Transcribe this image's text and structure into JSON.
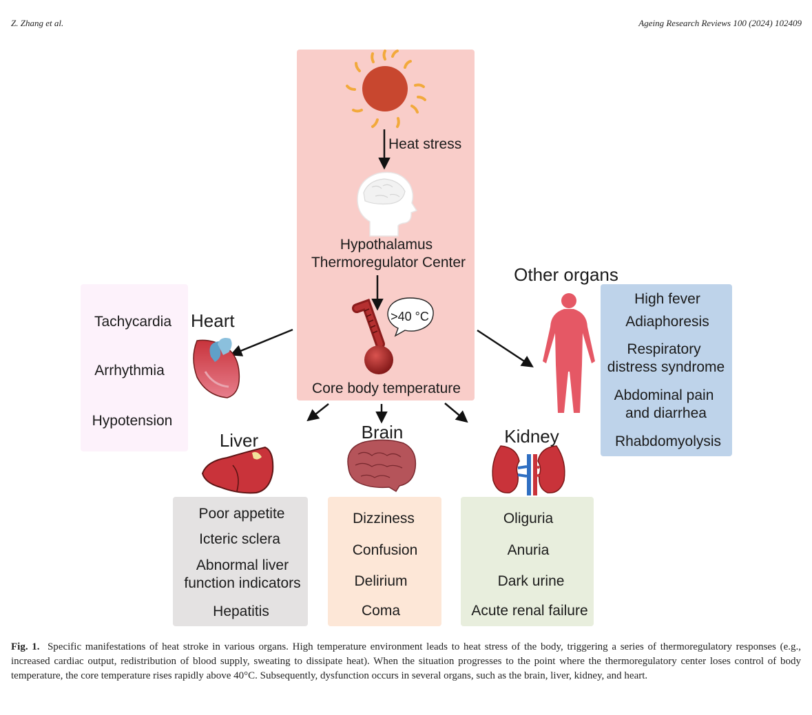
{
  "header": {
    "authors": "Z. Zhang et al.",
    "journal": "Ageing Research Reviews 100 (2024) 102409"
  },
  "figure": {
    "center": {
      "heat_stress_label": "Heat stress",
      "hypothalamus_line1": "Hypothalamus",
      "hypothalamus_line2": "Thermoregulator Center",
      "temperature_bubble": ">40 °C",
      "core_temp_label": "Core body temperature"
    },
    "heart": {
      "title": "Heart",
      "symptoms": [
        "Tachycardia",
        "Arrhythmia",
        "Hypotension"
      ]
    },
    "other_organs": {
      "title": "Other organs",
      "symptoms": [
        "High fever",
        "Adiaphoresis",
        "Respiratory",
        "distress syndrome",
        "Abdominal pain",
        "and diarrhea",
        "Rhabdomyolysis"
      ]
    },
    "liver": {
      "title": "Liver",
      "symptoms": [
        "Poor appetite",
        "Icteric sclera",
        "Abnormal liver",
        "function indicators",
        "Hepatitis"
      ]
    },
    "brain": {
      "title": "Brain",
      "symptoms": [
        "Dizziness",
        "Confusion",
        "Delirium",
        "Coma"
      ]
    },
    "kidney": {
      "title": "Kidney",
      "symptoms": [
        "Oliguria",
        "Anuria",
        "Dark urine",
        "Acute renal failure"
      ]
    },
    "colors": {
      "center_panel": "#f9cdc9",
      "heart_box": "#fdf2fb",
      "other_box": "#bed3ea",
      "liver_box": "#e4e2e2",
      "brain_box": "#fde7d7",
      "kidney_box": "#e8eedd",
      "sun": "#c8472f",
      "sun_rays": "#f2a93b",
      "organ_red": "#c9333a"
    },
    "icons": [
      "sun-icon",
      "head-brain-icon",
      "thermometer-icon",
      "heart-icon",
      "human-body-icon",
      "liver-icon",
      "brain-icon",
      "kidney-icon"
    ]
  },
  "caption": {
    "label": "Fig. 1.",
    "text": "Specific manifestations of heat stroke in various organs. High temperature environment leads to heat stress of the body, triggering a series of thermoregulatory responses (e.g., increased cardiac output, redistribution of blood supply, sweating to dissipate heat). When the situation progresses to the point where the thermoregulatory center loses control of body temperature, the core temperature rises rapidly above 40°C. Subsequently, dysfunction occurs in several organs, such as the brain, liver, kidney, and heart."
  }
}
